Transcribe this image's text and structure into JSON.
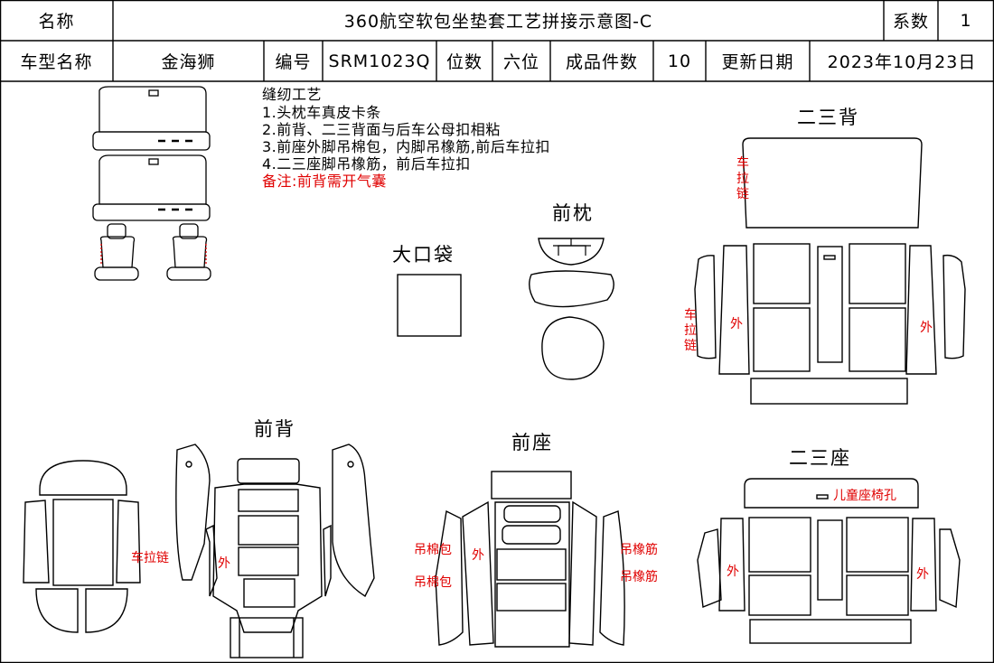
{
  "header": {
    "name_label": "名称",
    "title": "360航空软包坐垫套工艺拼接示意图-C",
    "coef_label": "系数",
    "coef_value": "1",
    "model_label": "车型名称",
    "model_value": "金海狮",
    "code_label": "编号",
    "code_value": "SRM1023Q",
    "seats_label": "位数",
    "seats_value": "六位",
    "pieces_label": "成品件数",
    "pieces_value": "10",
    "update_label": "更新日期",
    "update_value": "2023年10月23日"
  },
  "notes": {
    "heading": "缝纫工艺",
    "items": [
      "1.头枕车真皮卡条",
      "2.前背、二三背面与后车公母扣相粘",
      "3.前座外脚吊棉包，内脚吊橡筋,前后车拉扣",
      "4.二三座脚吊橡筋，前后车拉扣"
    ],
    "remark": "备注:前背需开气囊"
  },
  "sections": {
    "rear_back": "二三背",
    "front_pillow": "前枕",
    "big_pocket": "大口袋",
    "front_back": "前背",
    "front_seat": "前座",
    "rear_seat": "二三座"
  },
  "tags": {
    "zipper": "车拉链",
    "outer": "外",
    "cotton_pack": "吊棉包",
    "elastic": "吊橡筋",
    "child_seat_hole": "儿童座椅孔"
  },
  "colors": {
    "line": "#000000",
    "accent": "#e00000"
  }
}
